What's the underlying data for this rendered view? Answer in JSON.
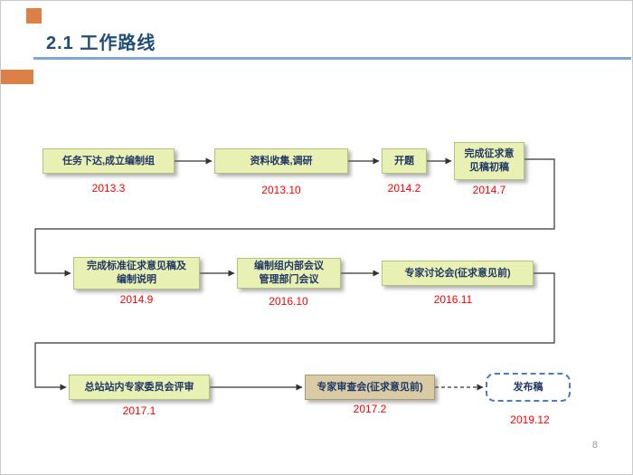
{
  "slide": {
    "title": "2.1  工作路线",
    "page_number": "8"
  },
  "colors": {
    "accent_orange": "#DD8047",
    "title_blue": "#1F4E79",
    "underline_blue": "#7EA6D9",
    "box_yellow_green": "#E9F0B4",
    "box_tan": "#D8CBA6",
    "dashed_border_blue": "#4A7EBB",
    "date_red": "#FF0000",
    "node_text": "#1F3864"
  },
  "flow": {
    "nodes": [
      {
        "label": "任务下达,成立编制组",
        "date": "2013.3"
      },
      {
        "label": "资料收集,调研",
        "date": "2013.10"
      },
      {
        "label": "开题",
        "date": "2014.2"
      },
      {
        "label": "完成征求意\n见稿初稿",
        "date": "2014.7"
      },
      {
        "label": "完成标准征求意见稿及\n编制说明",
        "date": "2014.9"
      },
      {
        "label": "编制组内部会议\n管理部门会议",
        "date": "2016.10"
      },
      {
        "label": "专家讨论会(征求意见前)",
        "date": "2016.11"
      },
      {
        "label": "总站站内专家委员会评审",
        "date": "2017.1"
      },
      {
        "label": "专家审查会(征求意见前)",
        "date": "2017.2"
      },
      {
        "label": "发布稿",
        "date": "2019.12"
      }
    ]
  }
}
